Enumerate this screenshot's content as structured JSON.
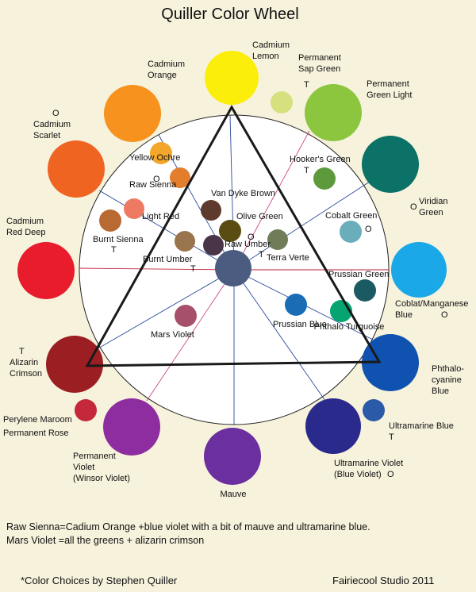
{
  "title": "Quiller Color Wheel",
  "notes": [
    "Raw Sienna=Cadium Orange +blue violet with a bit of mauve and ultramarine blue.",
    "Mars Violet =all the greens + alizarin crimson"
  ],
  "credit_left": "*Color Choices by Stephen Quiller",
  "credit_right": "Fairiecool Studio 2011",
  "colors": {
    "cadmium_lemon": "#fbee0a",
    "sap_green": "#d7e07e",
    "green_light": "#8cc63f",
    "viridian": "#0c7167",
    "cobalt_green": "#69aeba",
    "manganese_blue": "#1aa8e8",
    "prussian_green": "#1c5a63",
    "phthalo_turquoise": "#05a470",
    "prussian_blue": "#1a6db5",
    "phthalo_blue": "#0f52b0",
    "ultramarine_blue": "#2a5aa8",
    "ultramarine_violet": "#2a2a8c",
    "mauve": "#6c2fa0",
    "permanent_violet": "#8e2da0",
    "perylene_maroon": "#c5283a",
    "alizarin": "#9b1e22",
    "red_deep": "#e81c2c",
    "cadmium_scarlet": "#f06422",
    "cadmium_orange": "#f7921e",
    "yellow_ochre": "#f2a62a",
    "raw_sienna": "#e37e2c",
    "light_red": "#ef7a63",
    "burnt_sienna": "#b86a32",
    "van_dyke_brown": "#5e3a2d",
    "olive_green": "#5a4c12",
    "raw_umber": "#4a3448",
    "burnt_umber": "#9a744c",
    "terra_verte": "#6e7c5a",
    "hookers_green": "#5d9a3d",
    "mars_violet": "#a6506c",
    "center": "#4c5c80",
    "triangle": "#1a1a1a",
    "spoke_blue": "#2a4a9a",
    "spoke_red": "#c0243a",
    "spoke_pink": "#cc4488"
  },
  "labels": {
    "cadmium_lemon": [
      "Cadmium",
      "Lemon"
    ],
    "sap_green": [
      "Permanent",
      "Sap Green"
    ],
    "green_light": [
      "Permanent",
      "Green Light"
    ],
    "viridian": [
      "Viridian",
      "Green"
    ],
    "cobalt_green": "Cobalt Green",
    "manganese_blue": [
      "Coblat/Manganese",
      "Blue"
    ],
    "prussian_green": "Prussian Green",
    "phthalo_turquoise": "Phthalo Turguoise",
    "prussian_blue": "Prussian Blue",
    "phthalo_blue": [
      "Phthalo-",
      "cyanine",
      "Blue"
    ],
    "ultramarine_blue": "Ultramarine Blue",
    "ultramarine_violet": [
      "Ultramarine Violet",
      "(Blue Violet)"
    ],
    "mauve": "Mauve",
    "permanent_violet": [
      "Permanent",
      "Violet",
      "(Winsor Violet)"
    ],
    "perylene_maroon": [
      "Perylene Maroom",
      "Permanent Rose"
    ],
    "alizarin": [
      "Alizarin",
      "Crimson"
    ],
    "red_deep": [
      "Cadmium",
      "Red Deep"
    ],
    "cadmium_scarlet": [
      "Cadmium",
      "Scarlet"
    ],
    "cadmium_orange": [
      "Cadmium",
      "Orange"
    ],
    "yellow_ochre": "Yellow Ochre",
    "raw_sienna": "Raw Sienna",
    "light_red": "Light Red",
    "burnt_sienna": "Burnt Sienna",
    "van_dyke_brown": "Van Dyke Brown",
    "olive_green": "Olive Green",
    "raw_umber": "Raw Umber",
    "burnt_umber": "Burnt Umber",
    "terra_verte": "Terra Verte",
    "hookers_green": "Hooker's Green",
    "mars_violet": "Mars Violet"
  },
  "marks": {
    "t": "T",
    "o": "O"
  }
}
